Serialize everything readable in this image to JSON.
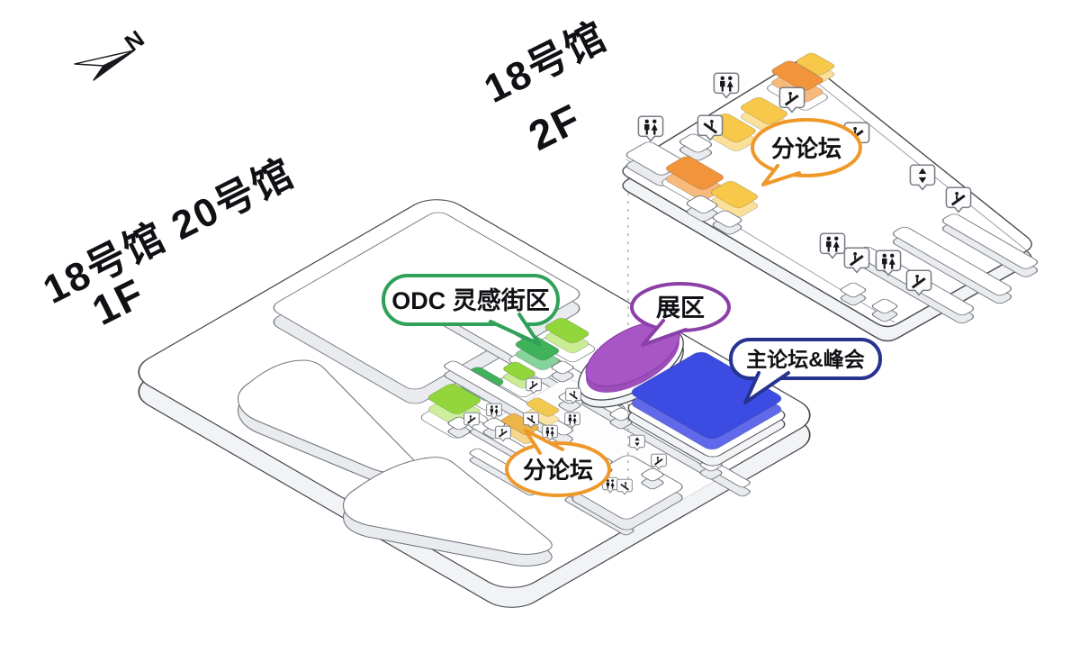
{
  "page": {
    "background": "#ffffff"
  },
  "compass": {
    "north_label": "N"
  },
  "floors": {
    "f1": {
      "halls_label": "18号馆 20号馆",
      "level_label": "1F"
    },
    "f2": {
      "halls_label": "18号馆",
      "level_label": "2F"
    }
  },
  "callouts": {
    "odc_street": {
      "label": "ODC 灵感街区",
      "border_color": "#2fa158"
    },
    "exhibition": {
      "label": "展区",
      "border_color": "#8b3fa8"
    },
    "main_forum": {
      "label": "主论坛&峰会",
      "border_color": "#26338f"
    },
    "sub_forum_2f": {
      "label": "分论坛",
      "border_color": "#ef982a"
    },
    "sub_forum_1f": {
      "label": "分论坛",
      "border_color": "#ef982a"
    }
  },
  "areas": {
    "odc_dark_green": "#3fb25a",
    "odc_light_green": "#92d63b",
    "exhibition_purple": "#a855c6",
    "main_forum_blue": "#3c4ce2",
    "forum_orange": "#f2943c",
    "forum_yellow": "#f7c84a",
    "forum_yellow_deep": "#edb44a",
    "forum_yellow_light": "#f2c94f"
  },
  "icons": {
    "restroom": "male-female-figures",
    "escalator": "person-on-escalator",
    "elevator": "up-down-arrows"
  }
}
